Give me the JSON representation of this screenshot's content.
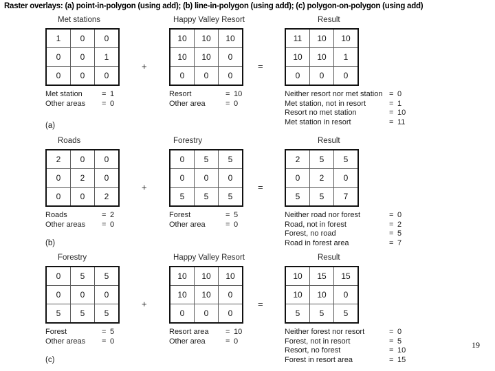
{
  "slide": {
    "title": "Raster overlays: (a) point-in-polygon (using add); (b) line-in-polygon (using add); (c) polygon-on-polygon (using add)",
    "page_number": "19"
  },
  "operators": {
    "plus": "+",
    "equals": "="
  },
  "rows": [
    {
      "tag": "(a)",
      "left": {
        "caption": "Met stations",
        "grid": [
          [
            "1",
            "0",
            "0"
          ],
          [
            "0",
            "0",
            "1"
          ],
          [
            "0",
            "0",
            "0"
          ]
        ],
        "legend": [
          {
            "label": "Met station",
            "eq": "=",
            "value": "1"
          },
          {
            "label": "Other areas",
            "eq": "=",
            "value": "0"
          }
        ]
      },
      "middle": {
        "caption": "Happy Valley Resort",
        "grid": [
          [
            "10",
            "10",
            "10"
          ],
          [
            "10",
            "10",
            "0"
          ],
          [
            "0",
            "0",
            "0"
          ]
        ],
        "legend": [
          {
            "label": "Resort",
            "eq": "=",
            "value": "10"
          },
          {
            "label": "Other area",
            "eq": "=",
            "value": "0"
          }
        ]
      },
      "result": {
        "caption": "Result",
        "grid": [
          [
            "11",
            "10",
            "10"
          ],
          [
            "10",
            "10",
            "1"
          ],
          [
            "0",
            "0",
            "0"
          ]
        ],
        "legend": [
          {
            "label": "Neither resort nor met station",
            "eq": "=",
            "value": "0"
          },
          {
            "label": "Met station, not in resort",
            "eq": "=",
            "value": "1"
          },
          {
            "label": "Resort no met station",
            "eq": "=",
            "value": "10"
          },
          {
            "label": "Met station in resort",
            "eq": "=",
            "value": "11"
          }
        ]
      }
    },
    {
      "tag": "(b)",
      "left": {
        "caption": "Roads",
        "grid": [
          [
            "2",
            "0",
            "0"
          ],
          [
            "0",
            "2",
            "0"
          ],
          [
            "0",
            "0",
            "2"
          ]
        ],
        "legend": [
          {
            "label": "Roads",
            "eq": "=",
            "value": "2"
          },
          {
            "label": "Other areas",
            "eq": "=",
            "value": "0"
          }
        ]
      },
      "middle": {
        "caption": "Forestry",
        "grid": [
          [
            "0",
            "5",
            "5"
          ],
          [
            "0",
            "0",
            "0"
          ],
          [
            "5",
            "5",
            "5"
          ]
        ],
        "legend": [
          {
            "label": "Forest",
            "eq": "=",
            "value": "5"
          },
          {
            "label": "Other area",
            "eq": "=",
            "value": "0"
          }
        ]
      },
      "result": {
        "caption": "Result",
        "grid": [
          [
            "2",
            "5",
            "5"
          ],
          [
            "0",
            "2",
            "0"
          ],
          [
            "5",
            "5",
            "7"
          ]
        ],
        "legend": [
          {
            "label": "Neither road nor forest",
            "eq": "=",
            "value": "0"
          },
          {
            "label": "Road, not in forest",
            "eq": "=",
            "value": "2"
          },
          {
            "label": "Forest, no road",
            "eq": "=",
            "value": "5"
          },
          {
            "label": "Road in forest area",
            "eq": "=",
            "value": "7"
          }
        ]
      }
    },
    {
      "tag": "(c)",
      "left": {
        "caption": "Forestry",
        "grid": [
          [
            "0",
            "5",
            "5"
          ],
          [
            "0",
            "0",
            "0"
          ],
          [
            "5",
            "5",
            "5"
          ]
        ],
        "legend": [
          {
            "label": "Forest",
            "eq": "=",
            "value": "5"
          },
          {
            "label": "Other areas",
            "eq": "=",
            "value": "0"
          }
        ]
      },
      "middle": {
        "caption": "Happy Valley Resort",
        "grid": [
          [
            "10",
            "10",
            "10"
          ],
          [
            "10",
            "10",
            "0"
          ],
          [
            "0",
            "0",
            "0"
          ]
        ],
        "legend": [
          {
            "label": "Resort area",
            "eq": "=",
            "value": "10"
          },
          {
            "label": "Other area",
            "eq": "=",
            "value": "0"
          }
        ]
      },
      "result": {
        "caption": "Result",
        "grid": [
          [
            "10",
            "15",
            "15"
          ],
          [
            "10",
            "10",
            "0"
          ],
          [
            "5",
            "5",
            "5"
          ]
        ],
        "legend": [
          {
            "label": "Neither forest nor resort",
            "eq": "=",
            "value": "0"
          },
          {
            "label": "Forest, not in resort",
            "eq": "=",
            "value": "5"
          },
          {
            "label": "Resort, no forest",
            "eq": "=",
            "value": "10"
          },
          {
            "label": "Forest in resort area",
            "eq": "=",
            "value": "15"
          }
        ]
      }
    }
  ]
}
